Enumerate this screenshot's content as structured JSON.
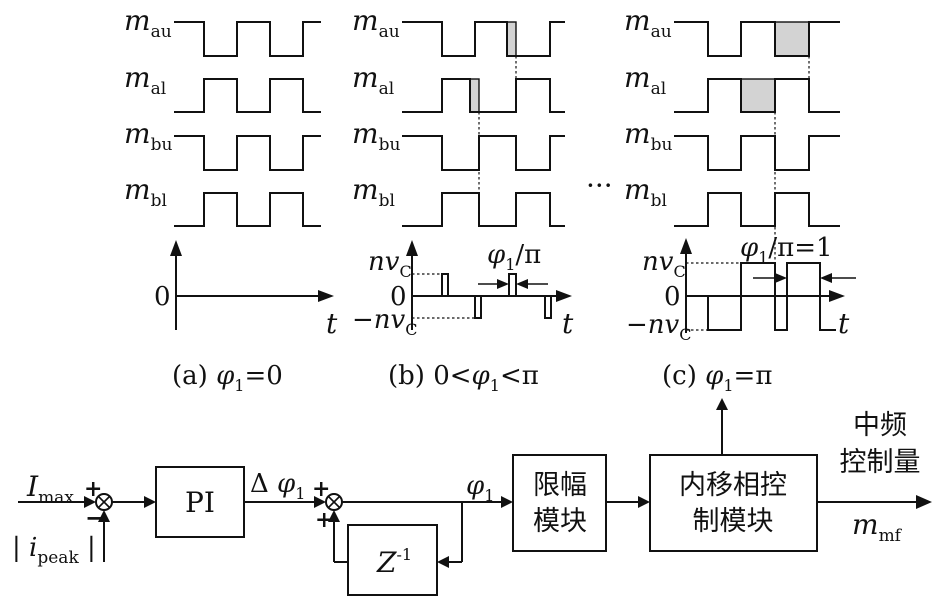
{
  "waveforms": {
    "signals": [
      {
        "main": "m",
        "sub": "au"
      },
      {
        "main": "m",
        "sub": "al"
      },
      {
        "main": "m",
        "sub": "bu"
      },
      {
        "main": "m",
        "sub": "bl"
      }
    ],
    "ellipsis": "···",
    "panels": [
      {
        "caption": "(a) φ₁=0",
        "zero": "0",
        "t": "t"
      },
      {
        "caption": "(b) 0<φ₁<π",
        "zero": "0",
        "t": "t",
        "pos_level": "nv_C",
        "neg_level": "−nv_C",
        "annotation": "φ₁/π"
      },
      {
        "caption": "(c) φ₁=π",
        "zero": "0",
        "t": "t",
        "pos_level": "nv_C",
        "neg_level": "−nv_C",
        "annotation": "φ₁/π=1"
      }
    ]
  },
  "block_diagram": {
    "input_ref": "I_max",
    "input_fb": "|i_peak|",
    "sum1_signs": [
      "+",
      "−"
    ],
    "pi_label": "PI",
    "delta_phi": "Δ φ₁",
    "sum2_signs": [
      "+",
      "+"
    ],
    "phi1": "φ₁",
    "delay_label": "Z⁻¹",
    "limiter_label": [
      "限幅",
      "模块"
    ],
    "phase_ctrl_label": [
      "内移相控",
      "制模块"
    ],
    "output_title": [
      "中频",
      "控制量"
    ],
    "output_signal": "m_mf"
  },
  "colors": {
    "line": "#111111",
    "shading": "#d3d3d3",
    "background": "#ffffff"
  }
}
